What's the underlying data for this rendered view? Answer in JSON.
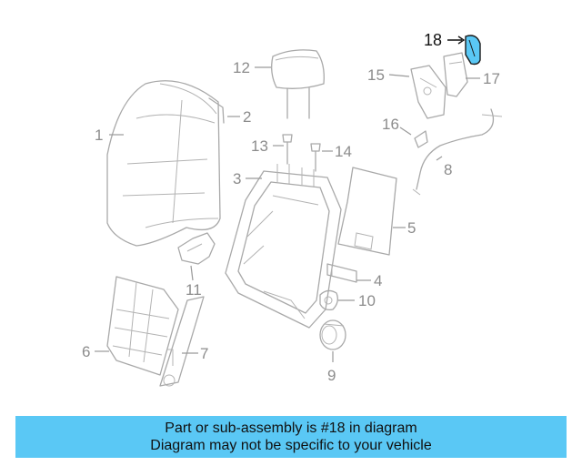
{
  "diagram": {
    "highlight_color": "#5ac8f5",
    "callouts": {
      "c1": "1",
      "c2": "2",
      "c3": "3",
      "c4": "4",
      "c5": "5",
      "c6": "6",
      "c7": "7",
      "c8": "8",
      "c9": "9",
      "c10": "10",
      "c11": "11",
      "c12": "12",
      "c13": "13",
      "c14": "14",
      "c15": "15",
      "c16": "16",
      "c17": "17",
      "c18": "18"
    }
  },
  "banner": {
    "line1": "Part or sub-assembly is #18 in diagram",
    "line2": "Diagram may not be specific to your vehicle",
    "background": "#5ac8f5"
  }
}
